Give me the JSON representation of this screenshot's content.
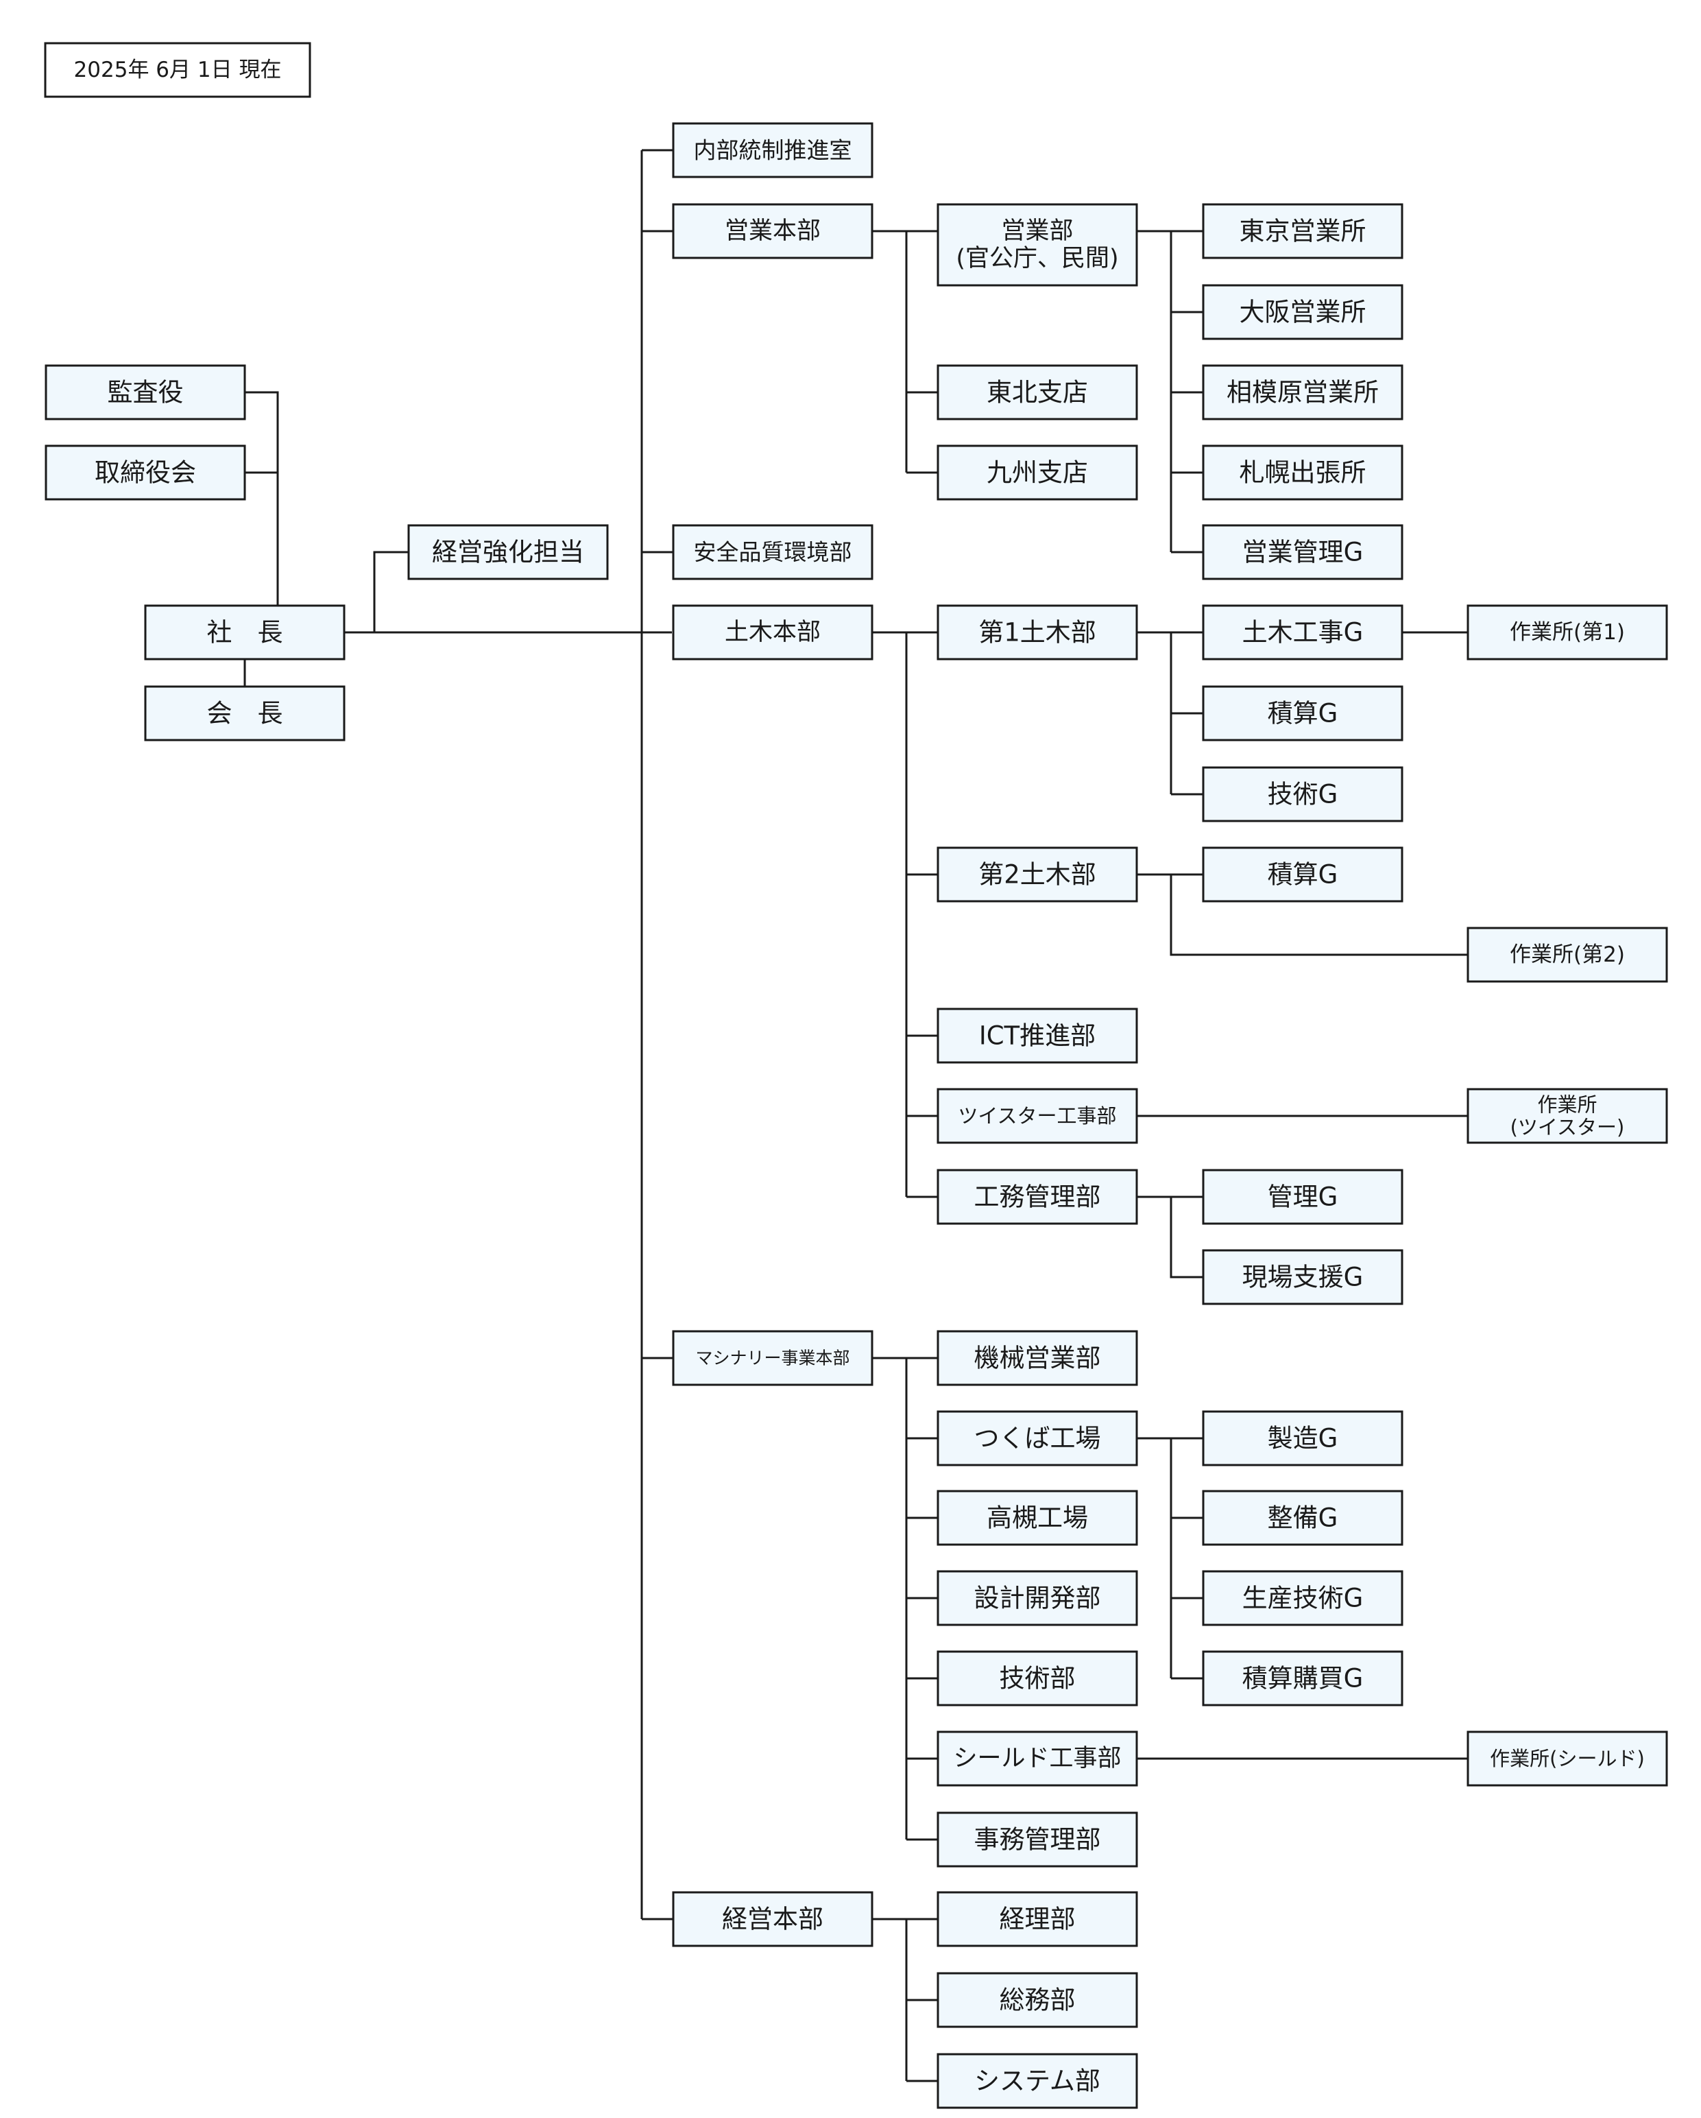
{
  "date": "2025年 6月 1日 現在",
  "nodes": {
    "kansayaku": "監査役",
    "torishimariyakukai": "取締役会",
    "shacho": "社　長",
    "kaicho": "会　長",
    "keiei_kyoka": "経営強化担当",
    "naibu_tosei": "内部統制推進室",
    "eigyo_honbu": "営業本部",
    "eigyo_bu": [
      "営業部",
      "(官公庁、民間)"
    ],
    "tohoku_shiten": "東北支店",
    "kyushu_shiten": "九州支店",
    "tokyo_eigyosho": "東京営業所",
    "osaka_eigyosho": "大阪営業所",
    "sagamihara_eigyosho": "相模原営業所",
    "sapporo_shucchojo": "札幌出張所",
    "eigyo_kanri_g": "営業管理G",
    "anzen_hinshitsu": "安全品質環境部",
    "doboku_honbu": "土木本部",
    "dai1_doboku": "第1土木部",
    "doboku_koji_g": "土木工事G",
    "sagyosho_1": "作業所(第1)",
    "sekisan_g_1": "積算G",
    "gijutsu_g": "技術G",
    "dai2_doboku": "第2土木部",
    "sekisan_g_2": "積算G",
    "sagyosho_2": "作業所(第2)",
    "ict_suishin": "ICT推進部",
    "twister_koji": "ツイスター工事部",
    "sagyosho_twister": [
      "作業所",
      "(ツイスター)"
    ],
    "komu_kanri": "工務管理部",
    "kanri_g": "管理G",
    "genba_shien_g": "現場支援G",
    "machinery_honbu": "マシナリー事業本部",
    "kikai_eigyo": "機械営業部",
    "tsukuba_kojo": "つくば工場",
    "takatsuki_kojo": "高槻工場",
    "sekkei_kaihatsu": "設計開発部",
    "gijutsu_bu": "技術部",
    "shield_koji": "シールド工事部",
    "jimu_kanri": "事務管理部",
    "seizo_g": "製造G",
    "seibi_g": "整備G",
    "seisan_gijutsu_g": "生産技術G",
    "sekisan_kobai_g": "積算購買G",
    "sagyosho_shield": "作業所(シールド)",
    "keiei_honbu": "経営本部",
    "keiri_bu": "経理部",
    "somu_bu": "総務部",
    "system_bu": "システム部"
  }
}
